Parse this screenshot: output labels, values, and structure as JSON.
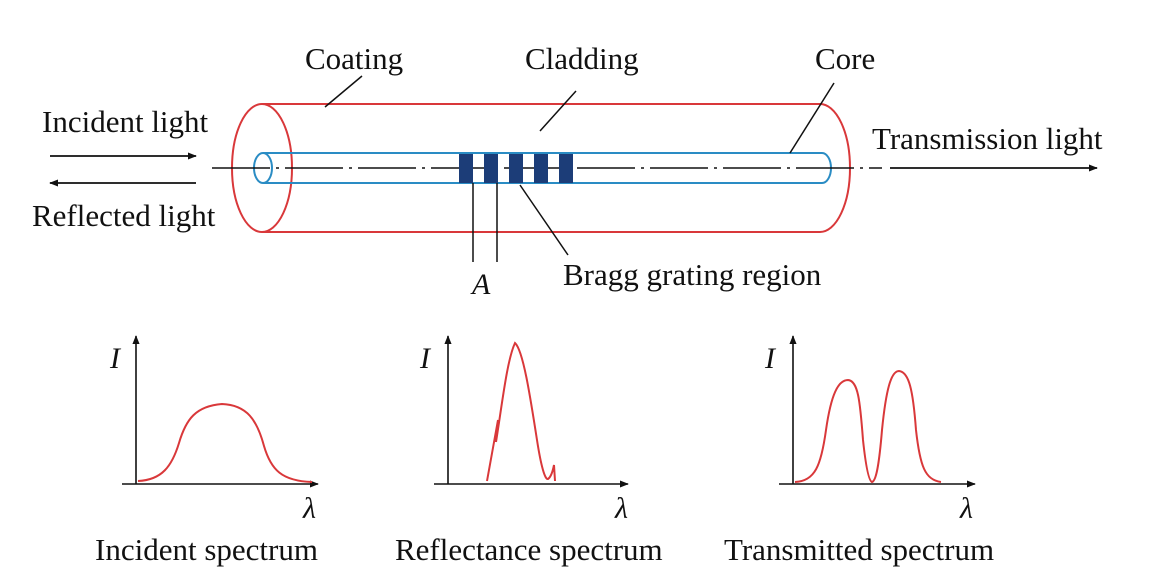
{
  "labels": {
    "coating": "Coating",
    "cladding": "Cladding",
    "core": "Core",
    "incident_light": "Incident light",
    "reflected_light": "Reflected light",
    "transmission_light": "Transmission light",
    "grating_region": "Bragg grating region",
    "period": "A"
  },
  "spectra": [
    {
      "id": "incident",
      "caption": "Incident spectrum",
      "y_axis": "I",
      "x_axis": "λ"
    },
    {
      "id": "reflectance",
      "caption": "Reflectance spectrum",
      "y_axis": "I",
      "x_axis": "λ"
    },
    {
      "id": "transmitted",
      "caption": "Transmitted spectrum",
      "y_axis": "I",
      "x_axis": "λ"
    }
  ],
  "colors": {
    "coating": "#d9383a",
    "core": "#2a8cc4",
    "grating": "#1c3d78",
    "curve": "#d9383a",
    "ink": "#111111"
  }
}
